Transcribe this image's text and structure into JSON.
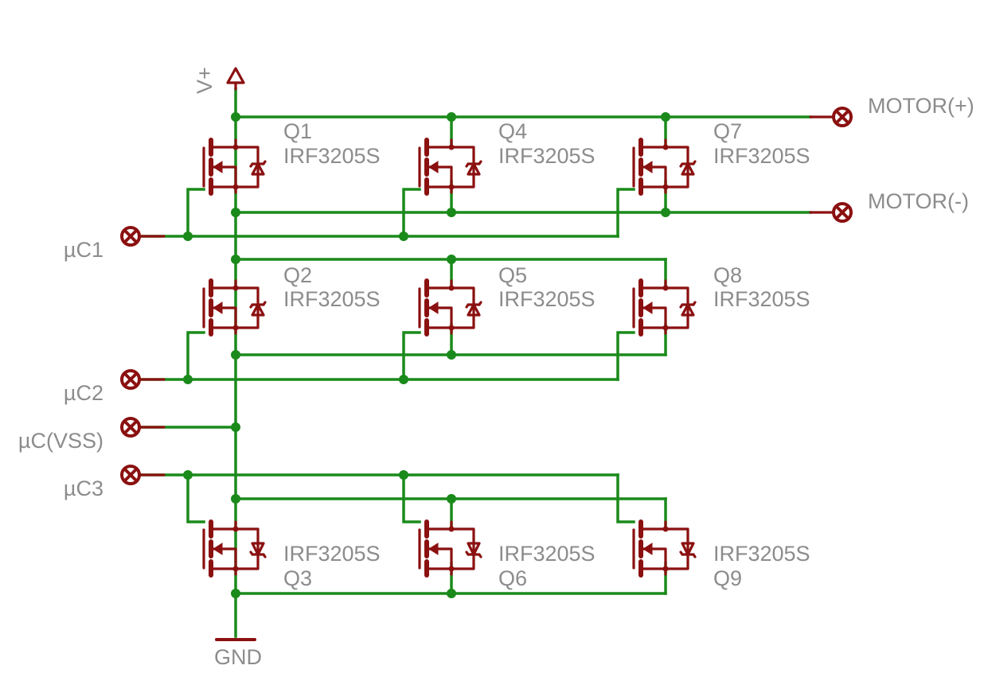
{
  "supply": {
    "vplus": "V+",
    "gnd": "GND"
  },
  "terminals": {
    "motor_plus": "MOTOR(+)",
    "motor_minus": "MOTOR(-)",
    "uc1": "µC1",
    "uc2": "µC2",
    "uc_vss": "µC(VSS)",
    "uc3": "µC3"
  },
  "transistors": [
    {
      "name": "Q1",
      "part": "IRF3205S"
    },
    {
      "name": "Q4",
      "part": "IRF3205S"
    },
    {
      "name": "Q7",
      "part": "IRF3205S"
    },
    {
      "name": "Q2",
      "part": "IRF3205S"
    },
    {
      "name": "Q5",
      "part": "IRF3205S"
    },
    {
      "name": "Q8",
      "part": "IRF3205S"
    },
    {
      "name": "Q3",
      "part": "IRF3205S"
    },
    {
      "name": "Q6",
      "part": "IRF3205S"
    },
    {
      "name": "Q9",
      "part": "IRF3205S"
    }
  ],
  "colors": {
    "wire": "#1a8a1a",
    "symbol": "#8b1010",
    "label": "#8c8c8c"
  }
}
